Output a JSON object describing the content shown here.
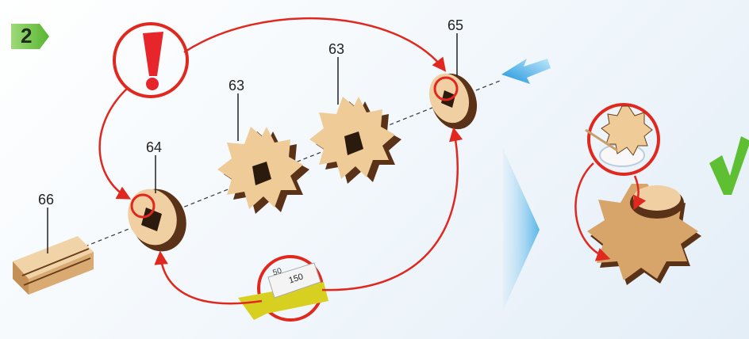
{
  "step": {
    "number": "2"
  },
  "parts": [
    {
      "id": "p66",
      "label": "66"
    },
    {
      "id": "p64",
      "label": "64"
    },
    {
      "id": "p63a",
      "label": "63"
    },
    {
      "id": "p63b",
      "label": "63"
    },
    {
      "id": "p65",
      "label": "65"
    }
  ],
  "sandpaper": {
    "grit_main": "150",
    "grit_partial": "50"
  },
  "colors": {
    "wood_light": "#e8c79a",
    "wood_dark": "#5a3218",
    "arrow_red": "#e0281e",
    "accent_green": "#5fbf32",
    "accent_blue": "#2aa2e4",
    "sandpaper": "#d8d020"
  },
  "icons": [
    "exclamation-icon",
    "sandpaper-icon",
    "glue-icon",
    "checkmark-icon",
    "direction-arrow-icon",
    "next-step-chevron-icon"
  ]
}
